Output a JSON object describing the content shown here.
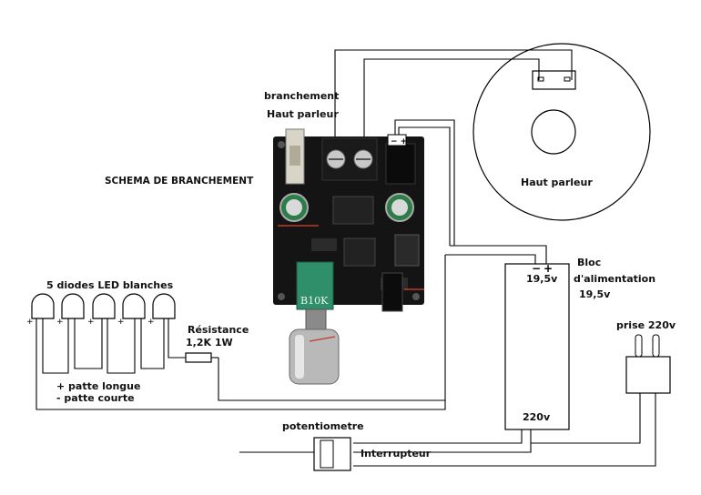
{
  "title": "SCHEMA DE BRANCHEMENT",
  "labels": {
    "speaker_connection_line1": "branchement",
    "speaker_connection_line2": "Haut parleur",
    "speaker": "Haut parleur",
    "power_block_line1": "Bloc",
    "power_block_line2": "d'alimentation",
    "power_block_line3": "19,5v",
    "power_top_voltage": "19,5v",
    "power_bottom_voltage": "220v",
    "plug": "prise 220v",
    "leds": "5 diodes LED blanches",
    "resistor_line1": "Résistance",
    "resistor_line2": "1,2K 1W",
    "legend_line1": "+ patte longue",
    "legend_line2": "- patte courte",
    "potentiometer": "potentiometre",
    "switch": "Interrupteur"
  },
  "board": {
    "potentiometer_code": "B10K"
  },
  "colors": {
    "board": "#141414",
    "wire": "#000000",
    "pot_green": "#2f8f6a",
    "terminal_block": "#1a1a1a",
    "capacitor": "#2d7d4a",
    "red_marker": "#c0392b"
  }
}
